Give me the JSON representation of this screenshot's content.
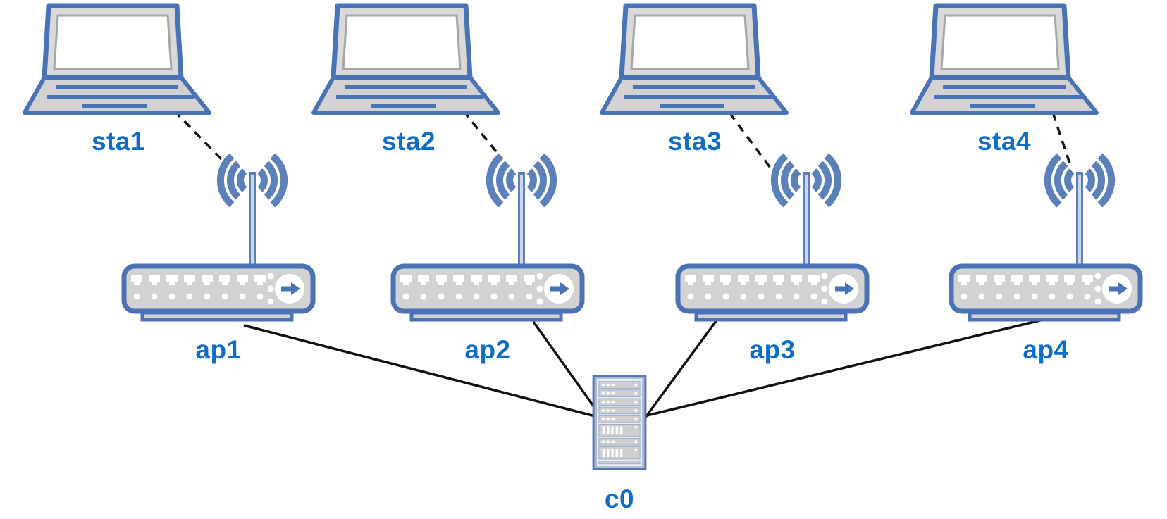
{
  "diagram": {
    "type": "network-topology",
    "stations": [
      {
        "id": "sta1",
        "label": "sta1",
        "icon": "laptop-icon"
      },
      {
        "id": "sta2",
        "label": "sta2",
        "icon": "laptop-icon"
      },
      {
        "id": "sta3",
        "label": "sta3",
        "icon": "laptop-icon"
      },
      {
        "id": "sta4",
        "label": "sta4",
        "icon": "laptop-icon"
      }
    ],
    "access_points": [
      {
        "id": "ap1",
        "label": "ap1",
        "icon": "access-point-icon"
      },
      {
        "id": "ap2",
        "label": "ap2",
        "icon": "access-point-icon"
      },
      {
        "id": "ap3",
        "label": "ap3",
        "icon": "access-point-icon"
      },
      {
        "id": "ap4",
        "label": "ap4",
        "icon": "access-point-icon"
      }
    ],
    "controller": {
      "id": "c0",
      "label": "c0",
      "icon": "server-rack-icon"
    },
    "links": [
      {
        "from": "sta1",
        "to": "ap1",
        "type": "wireless-dashed"
      },
      {
        "from": "sta2",
        "to": "ap2",
        "type": "wireless-dashed"
      },
      {
        "from": "sta3",
        "to": "ap3",
        "type": "wireless-dashed"
      },
      {
        "from": "sta4",
        "to": "ap4",
        "type": "wireless-dashed"
      },
      {
        "from": "ap1",
        "to": "c0",
        "type": "wired-solid"
      },
      {
        "from": "ap2",
        "to": "c0",
        "type": "wired-solid"
      },
      {
        "from": "ap3",
        "to": "c0",
        "type": "wired-solid"
      },
      {
        "from": "ap4",
        "to": "c0",
        "type": "wired-solid"
      }
    ],
    "colors": {
      "node_outline_blue": "#4a73b5",
      "antenna_blue": "#5b80ba",
      "body_gray": "#d2d2d2",
      "screen_white": "#ffffff",
      "label_blue": "#0e6dc7",
      "link_black": "#111111"
    }
  }
}
